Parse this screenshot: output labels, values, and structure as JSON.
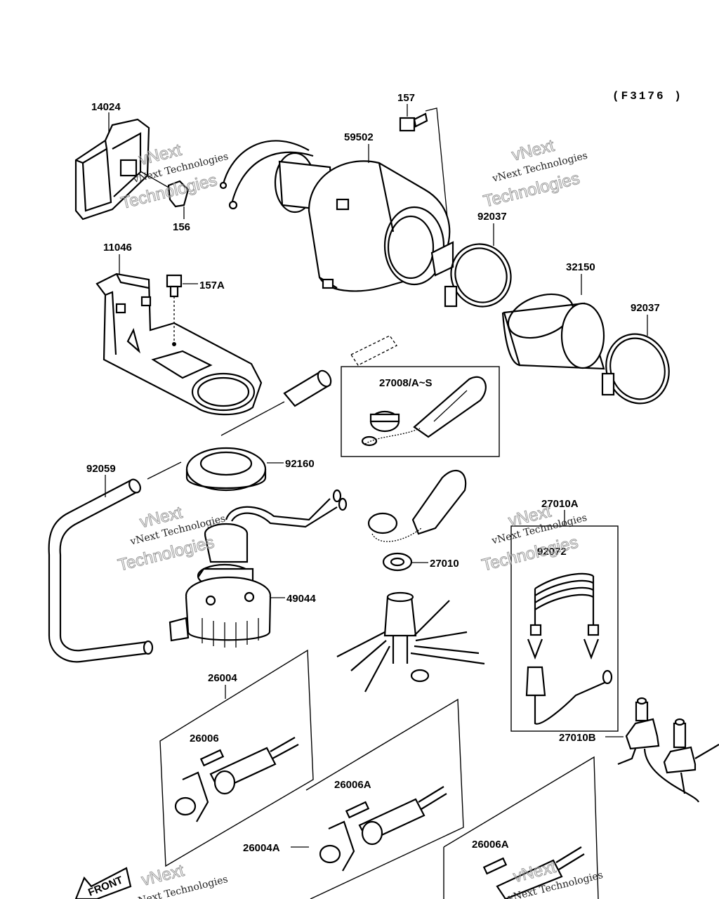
{
  "diagram_code": "(F3176 )",
  "watermark": {
    "line1": "vNext Technologies",
    "line2": "vNext",
    "line3": "Technologies"
  },
  "front_label": "FRONT",
  "parts": [
    {
      "id": "p14024",
      "number": "14024"
    },
    {
      "id": "p156",
      "number": "156"
    },
    {
      "id": "p157",
      "number": "157"
    },
    {
      "id": "p59502",
      "number": "59502"
    },
    {
      "id": "p92037a",
      "number": "92037"
    },
    {
      "id": "p11046",
      "number": "11046"
    },
    {
      "id": "p157A",
      "number": "157A"
    },
    {
      "id": "p32150",
      "number": "32150"
    },
    {
      "id": "p92037b",
      "number": "92037"
    },
    {
      "id": "p27008",
      "number": "27008/A~S"
    },
    {
      "id": "p92059",
      "number": "92059"
    },
    {
      "id": "p92160",
      "number": "92160"
    },
    {
      "id": "p27010A",
      "number": "27010A"
    },
    {
      "id": "p92072",
      "number": "92072"
    },
    {
      "id": "p27010",
      "number": "27010"
    },
    {
      "id": "p49044",
      "number": "49044"
    },
    {
      "id": "p26004",
      "number": "26004"
    },
    {
      "id": "p26006",
      "number": "26006"
    },
    {
      "id": "p27010B",
      "number": "27010B"
    },
    {
      "id": "p26006A1",
      "number": "26006A"
    },
    {
      "id": "p26004A",
      "number": "26004A"
    },
    {
      "id": "p26006A2",
      "number": "26006A"
    }
  ]
}
